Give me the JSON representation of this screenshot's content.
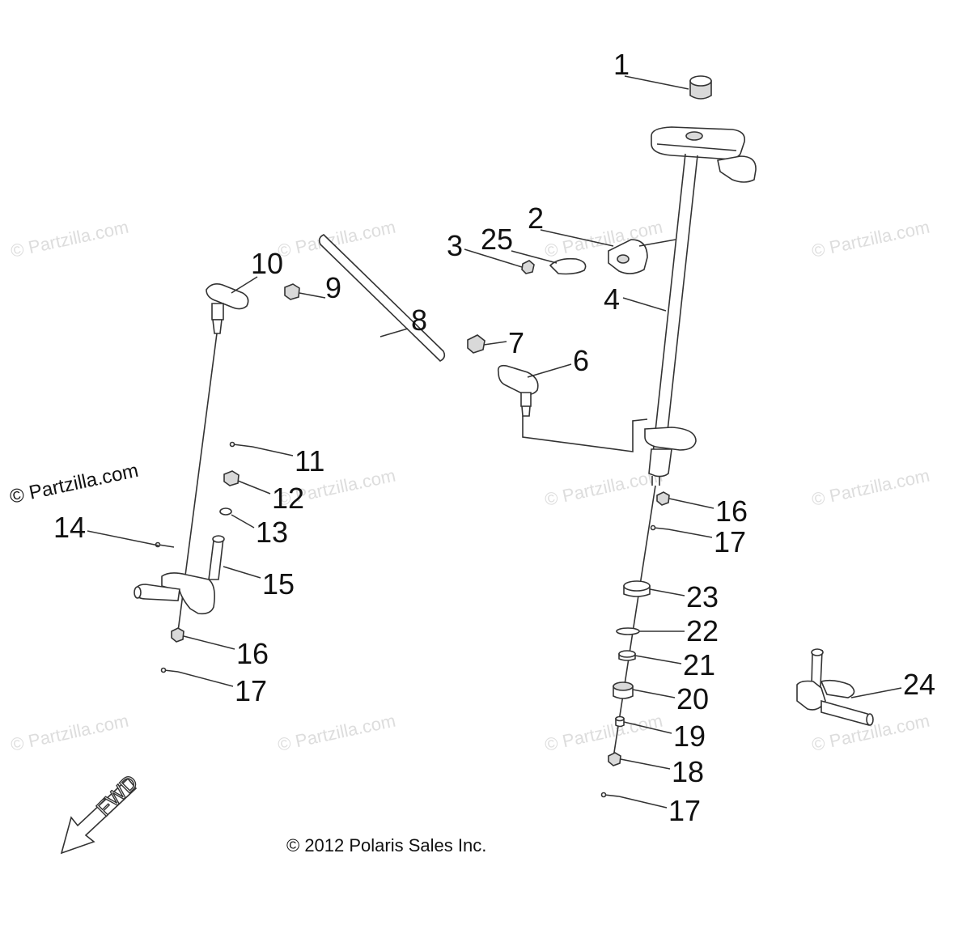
{
  "watermark_text": "© Partzilla.com",
  "site_mark_text": "© Partzilla.com",
  "copyright_text": "© 2012 Polaris Sales Inc.",
  "fwd_label": "FWD",
  "callouts": [
    {
      "id": "c1",
      "label": "1"
    },
    {
      "id": "c2",
      "label": "2"
    },
    {
      "id": "c3",
      "label": "3"
    },
    {
      "id": "c25",
      "label": "25"
    },
    {
      "id": "c4",
      "label": "4"
    },
    {
      "id": "c10",
      "label": "10"
    },
    {
      "id": "c9",
      "label": "9"
    },
    {
      "id": "c8",
      "label": "8"
    },
    {
      "id": "c7",
      "label": "7"
    },
    {
      "id": "c6",
      "label": "6"
    },
    {
      "id": "c11",
      "label": "11"
    },
    {
      "id": "c12",
      "label": "12"
    },
    {
      "id": "c13",
      "label": "13"
    },
    {
      "id": "c14",
      "label": "14"
    },
    {
      "id": "c15",
      "label": "15"
    },
    {
      "id": "c16a",
      "label": "16"
    },
    {
      "id": "c17a",
      "label": "17"
    },
    {
      "id": "c16b",
      "label": "16"
    },
    {
      "id": "c17b",
      "label": "17"
    },
    {
      "id": "c23",
      "label": "23"
    },
    {
      "id": "c22",
      "label": "22"
    },
    {
      "id": "c21",
      "label": "21"
    },
    {
      "id": "c20",
      "label": "20"
    },
    {
      "id": "c19",
      "label": "19"
    },
    {
      "id": "c18",
      "label": "18"
    },
    {
      "id": "c17c",
      "label": "17"
    },
    {
      "id": "c24",
      "label": "24"
    }
  ]
}
